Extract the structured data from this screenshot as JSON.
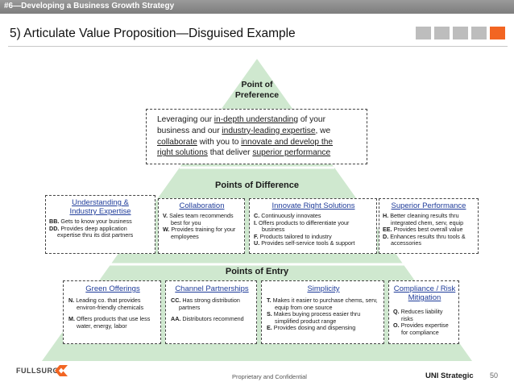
{
  "header": {
    "section": "#6—Developing a Business Growth Strategy",
    "title": "5) Articulate Value Proposition—Disguised Example"
  },
  "colors": {
    "pyramid": "#cfe8cf",
    "accent": "#f26522",
    "link": "#1f3c9a"
  },
  "apex": {
    "line1": "Point of",
    "line2": "Preference"
  },
  "value_proposition": {
    "l1a": "Leveraging our ",
    "l1b": "in-depth understanding",
    "l1c": " of your",
    "l2a": "business and our ",
    "l2b": "industry-leading expertise",
    "l2c": ", we",
    "l3a": "collaborate",
    "l3b": " with you to ",
    "l3c": "innovate and develop the",
    "l4a": "right solutions",
    "l4b": " that deliver ",
    "l4c": "superior performance"
  },
  "points_of_difference": {
    "title": "Points of Difference",
    "boxes": [
      {
        "title": "Understanding & Industry Expertise",
        "items": [
          {
            "code": "BB.",
            "text": "Gets to know your business"
          },
          {
            "code": "DD.",
            "text": "Provides deep application expertise thru its dist partners"
          }
        ]
      },
      {
        "title": "Collaboration",
        "items": [
          {
            "code": "V.",
            "text": "Sales team recommends best for you"
          },
          {
            "code": "W.",
            "text": "Provides training for your employees"
          }
        ]
      },
      {
        "title": "Innovate Right Solutions",
        "items": [
          {
            "code": "C.",
            "text": "Continuously innovates"
          },
          {
            "code": "I.",
            "text": "Offers products to differentiate your business"
          },
          {
            "code": "F.",
            "text": "Products tailored to industry"
          },
          {
            "code": "U.",
            "text": "Provides self-service tools & support"
          }
        ]
      },
      {
        "title": "Superior Performance",
        "items": [
          {
            "code": "H.",
            "text": "Better cleaning results thru integrated chem, serv, equip"
          },
          {
            "code": "EE.",
            "text": "Provides best overall value"
          },
          {
            "code": "D.",
            "text": "Enhances results thru tools & accessories"
          }
        ]
      }
    ]
  },
  "points_of_entry": {
    "title": "Points of Entry",
    "boxes": [
      {
        "title": "Green Offerings",
        "items": [
          {
            "code": "N.",
            "text": "Leading co. that provides environ-friendly chemicals"
          },
          {
            "code": "M.",
            "text": "Offers products that use less water, energy, labor"
          }
        ]
      },
      {
        "title": "Channel Partnerships",
        "items": [
          {
            "code": "CC.",
            "text": "Has strong distribution partners"
          },
          {
            "code": "AA.",
            "text": "Distributors recommend"
          }
        ]
      },
      {
        "title": "Simplicity",
        "items": [
          {
            "code": "T.",
            "text": "Makes it easier to purchase chems, serv, equip from one source"
          },
          {
            "code": "S.",
            "text": "Makes buying process easier thru simplified product range"
          },
          {
            "code": "E.",
            "text": "Provides dosing and dispensing"
          }
        ]
      },
      {
        "title": "Compliance / Risk Mitigation",
        "items": [
          {
            "code": "Q.",
            "text": "Reduces liability risks"
          },
          {
            "code": "O.",
            "text": "Provides expertise for compliance"
          }
        ]
      }
    ]
  },
  "footer": {
    "logo": "FULLSURGE",
    "center": "Proprietary and Confidential",
    "brand": "UNI Strategic",
    "page": "50"
  }
}
